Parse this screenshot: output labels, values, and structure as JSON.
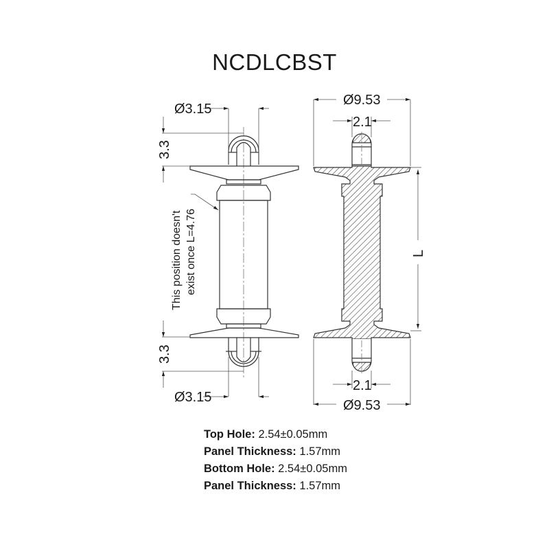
{
  "title": "NCDLCBST",
  "drawing": {
    "left_view": {
      "top_diameter": "Ø3.15",
      "top_height": "3.3",
      "bottom_height": "3.3",
      "bottom_diameter": "Ø3.15",
      "note_line1": "This position doesn't",
      "note_line2": "exist once L=4.76"
    },
    "right_view": {
      "top_flange_diameter": "Ø9.53",
      "top_pin_width": "2.1",
      "length_label": "L",
      "bottom_pin_width": "2.1",
      "bottom_flange_diameter": "Ø9.53"
    }
  },
  "specs": [
    {
      "label": "Top Hole:",
      "value": " 2.54±0.05mm"
    },
    {
      "label": "Panel Thickness:",
      "value": " 1.57mm"
    },
    {
      "label": "Bottom Hole:",
      "value": " 2.54±0.05mm"
    },
    {
      "label": "Panel Thickness:",
      "value": " 1.57mm"
    }
  ],
  "colors": {
    "line": "#333333",
    "dim_line": "#555555",
    "background": "#ffffff"
  }
}
